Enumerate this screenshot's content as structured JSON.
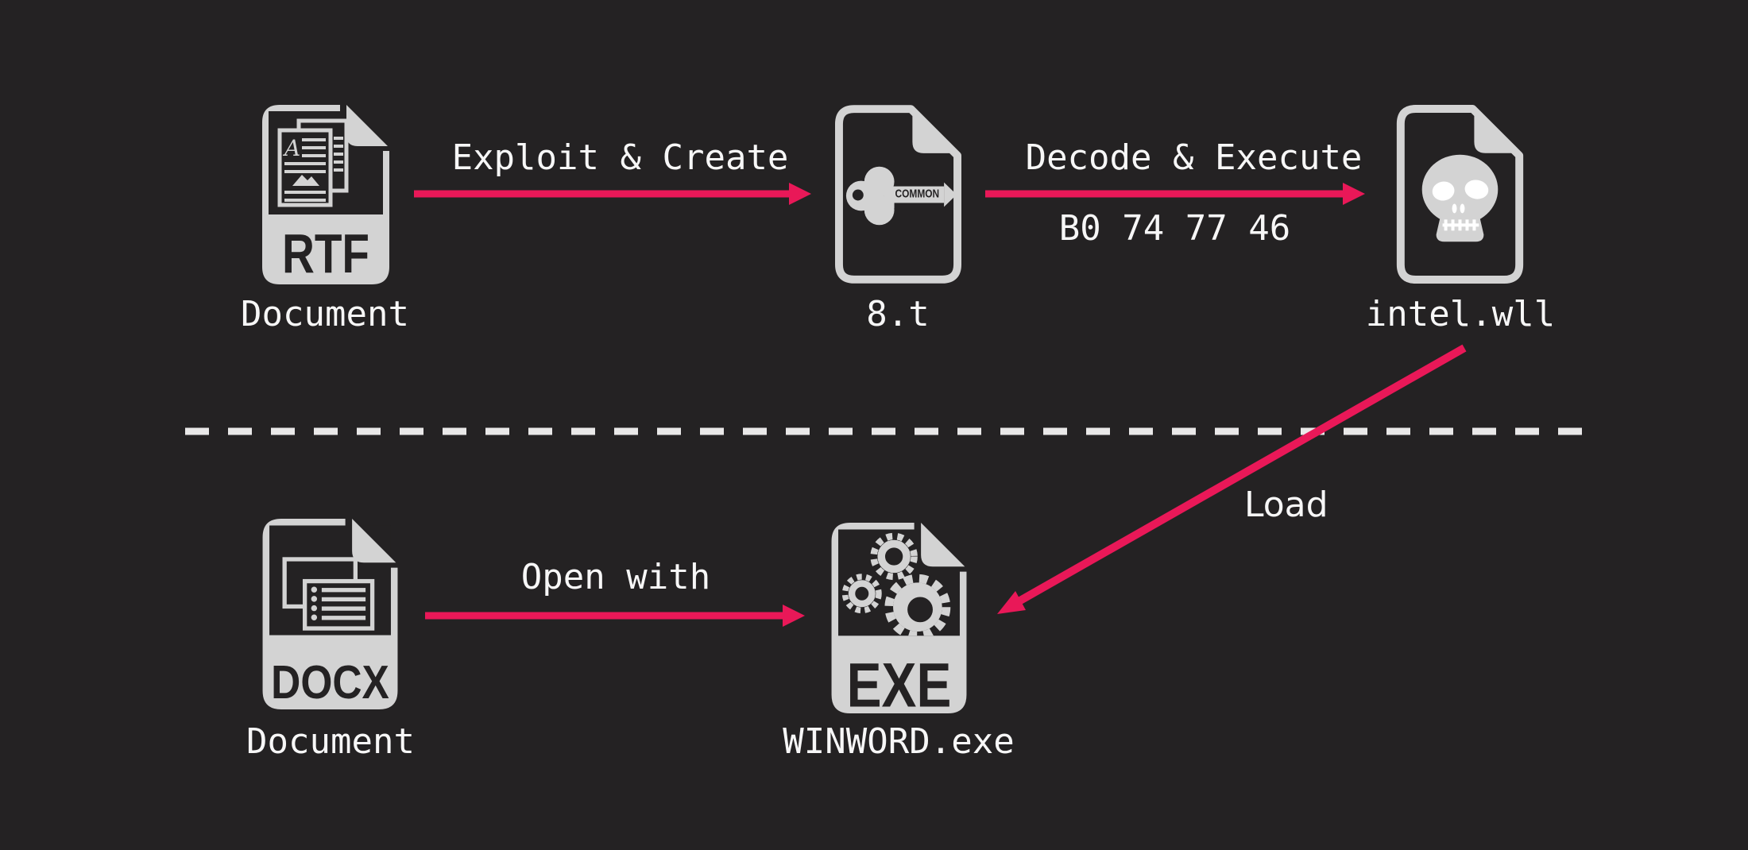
{
  "colors": {
    "background": "#242223",
    "accent": "#e91858",
    "icon_light": "#d3d3d3",
    "divider": "#e9e8e8",
    "text": "#f7f7f7",
    "icon_dark": "#242223",
    "highlight": "#ffffff"
  },
  "top_row": {
    "rtf": {
      "badge": "RTF",
      "label": "Document"
    },
    "exploit_arrow": {
      "label": "Exploit & Create"
    },
    "dropper": {
      "key_text": "COMMON",
      "label": "8.t"
    },
    "decode_arrow": {
      "label": "Decode & Execute",
      "hex": "B0 74 77 46"
    },
    "payload": {
      "label": "intel.wll"
    }
  },
  "bottom_row": {
    "docx": {
      "badge": "DOCX",
      "label": "Document"
    },
    "open_arrow": {
      "label": "Open with"
    },
    "winword": {
      "badge": "EXE",
      "label": "WINWORD.exe"
    },
    "load_arrow": {
      "label": "Load"
    }
  }
}
